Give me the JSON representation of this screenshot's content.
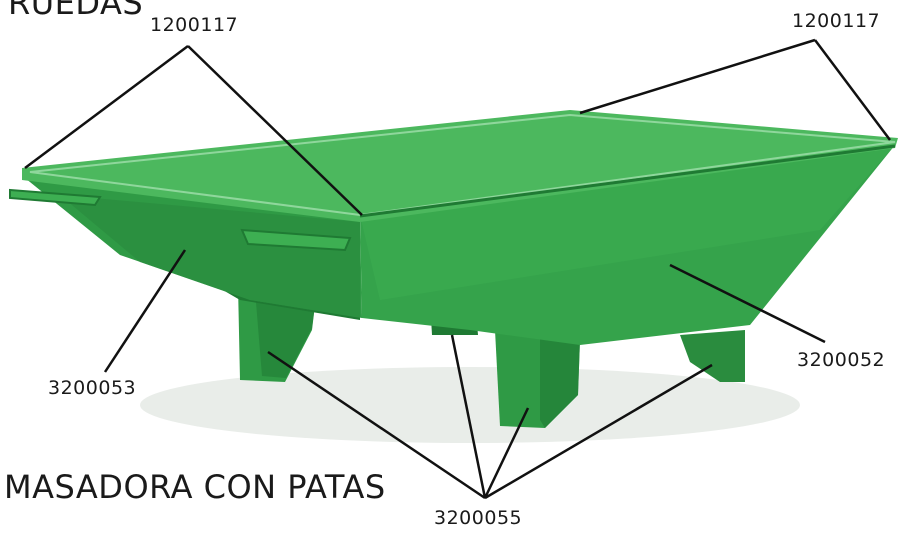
{
  "diagram": {
    "header_partial": "RUEDAS",
    "title": "MASADORA CON PATAS",
    "part_numbers": {
      "rim_left": "1200117",
      "rim_right": "1200117",
      "side_panel": "3200053",
      "end_panel": "3200052",
      "legs": "3200055"
    }
  },
  "colors": {
    "body": "#2f9a45",
    "body_light": "#4cb85e",
    "body_dark": "#1f7a33",
    "body_shadow": "#176127",
    "leader": "#111111",
    "text": "#1a1a1a"
  }
}
